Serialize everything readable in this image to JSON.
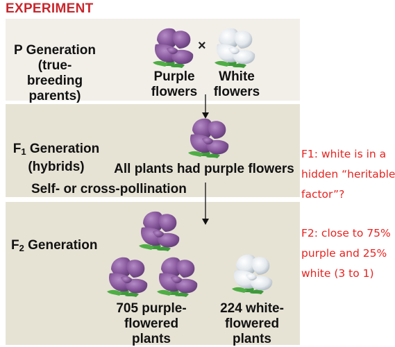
{
  "heading": "EXPERIMENT",
  "p_generation": {
    "title": "P Generation",
    "subtitle_line1": "(true-breeding",
    "subtitle_line2": "parents)",
    "cross_symbol": "×",
    "left_parent_line1": "Purple",
    "left_parent_line2": "flowers",
    "right_parent_line1": "White",
    "right_parent_line2": "flowers"
  },
  "f1_generation": {
    "label": "F",
    "label_sub": "1",
    "label_rest": " Generation",
    "subtitle": "(hybrids)",
    "result": "All plants had purple flowers",
    "pollination": "Self- or cross-pollination"
  },
  "f2_generation": {
    "label": "F",
    "label_sub": "2",
    "label_rest": " Generation",
    "purple_count_line1": "705 purple-",
    "purple_count_line2": "flowered",
    "purple_count_line3": "plants",
    "white_count_line1": "224 white-",
    "white_count_line2": "flowered",
    "white_count_line3": "plants"
  },
  "notes": {
    "f1_note": [
      "F1: white is in a",
      "hidden “heritable",
      "factor”?"
    ],
    "f2_note": [
      "F2: close to 75%",
      "purple and 25%",
      "white (3 to 1)"
    ]
  },
  "colors": {
    "purple_petal": "#8a5a9e",
    "purple_dark": "#5e3a73",
    "white_petal": "#e9edf1",
    "white_shade": "#b7c0c9",
    "stem": "#3e9a3a",
    "note_red": "#e8231f",
    "heading_red": "#c9262c"
  }
}
